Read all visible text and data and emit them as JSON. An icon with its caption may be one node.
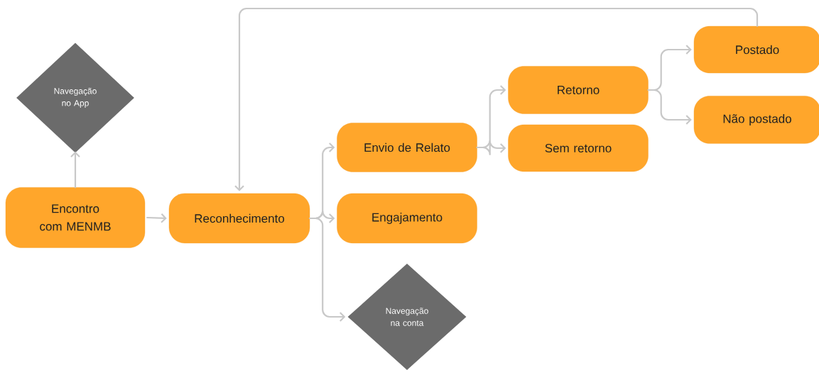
{
  "diagram": {
    "nodes": [
      {
        "text": [
          "Navegação no App"
        ]
      },
      {
        "text": [
          "Encontro com MENMB"
        ]
      },
      {
        "text": [
          "Reconhecimento"
        ]
      },
      {
        "text": [
          "Envio de Relato"
        ]
      },
      {
        "text": [
          "Engajamento"
        ]
      },
      {
        "text": [
          "Navegação na conta"
        ]
      },
      {
        "text": [
          "Retorno"
        ]
      },
      {
        "text": [
          "Sem retorno"
        ]
      },
      {
        "text": [
          "Postado"
        ]
      },
      {
        "text": [
          "Não postado"
        ]
      }
    ],
    "edges": [
      {
        "from": 1,
        "to": 0,
        "arrow": "to"
      },
      {
        "from": 1,
        "to": 2,
        "arrow": "to"
      },
      {
        "from": 2,
        "to": 3,
        "arrow": "to"
      },
      {
        "from": 2,
        "to": 4,
        "arrow": "to"
      },
      {
        "from": 2,
        "to": 5,
        "arrow": "to"
      },
      {
        "from": 3,
        "to": 6,
        "arrow": "to"
      },
      {
        "from": 3,
        "to": 7,
        "arrow": "to"
      },
      {
        "from": 6,
        "to": 8,
        "arrow": "to"
      },
      {
        "from": 6,
        "to": 9,
        "arrow": "to"
      },
      {
        "from": 8,
        "to": 2,
        "arrow": "to"
      }
    ]
  }
}
